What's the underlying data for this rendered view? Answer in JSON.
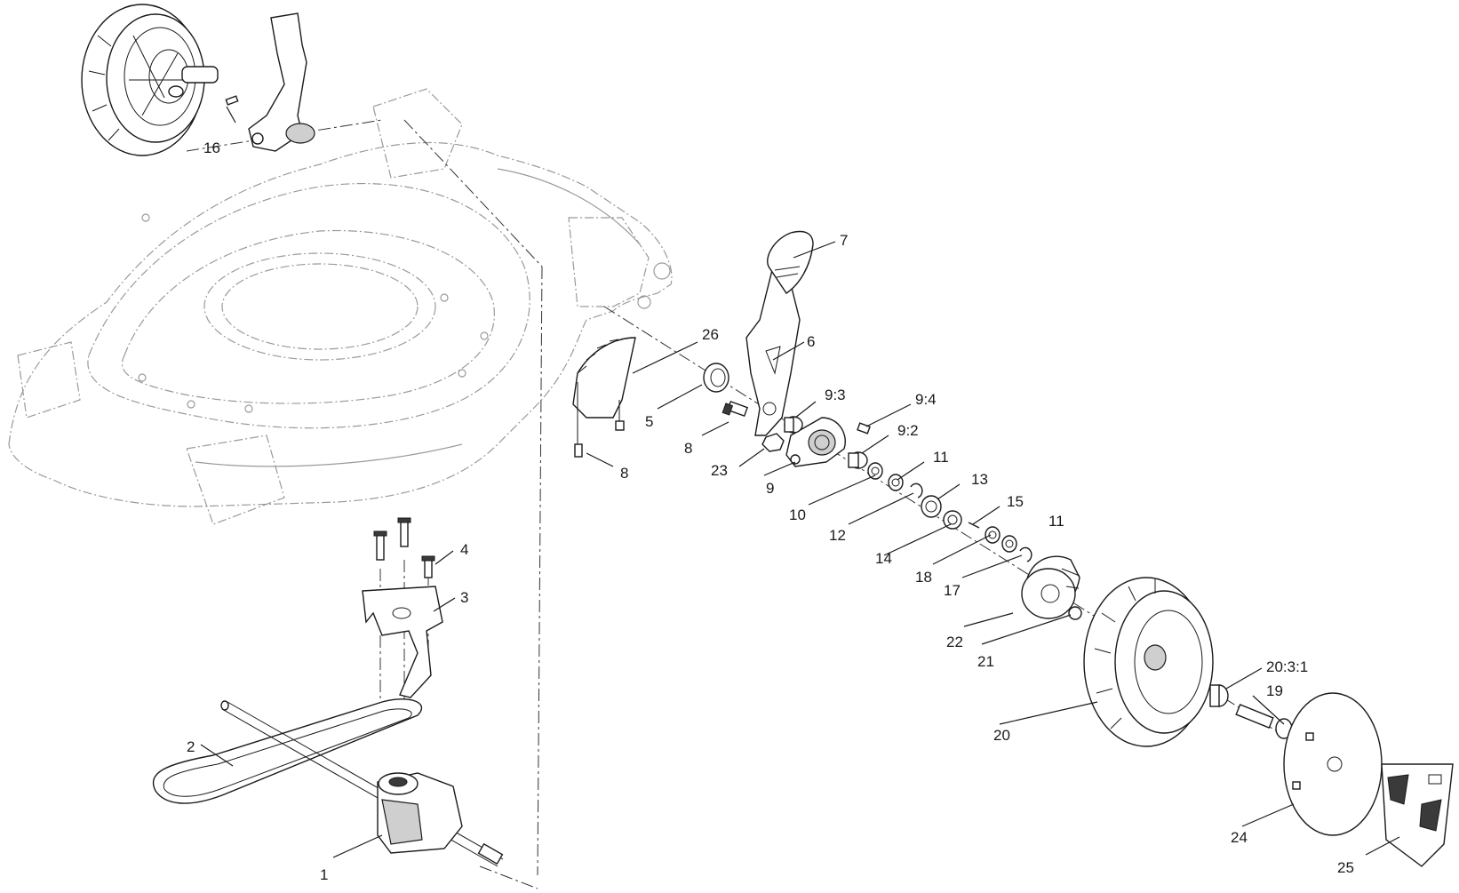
{
  "callouts": [
    {
      "id": "1",
      "text": "1"
    },
    {
      "id": "2",
      "text": "2"
    },
    {
      "id": "3",
      "text": "3"
    },
    {
      "id": "4",
      "text": "4"
    },
    {
      "id": "5",
      "text": "5"
    },
    {
      "id": "6",
      "text": "6"
    },
    {
      "id": "7",
      "text": "7"
    },
    {
      "id": "8a",
      "text": "8"
    },
    {
      "id": "8b",
      "text": "8"
    },
    {
      "id": "9",
      "text": "9"
    },
    {
      "id": "9_2",
      "text": "9:2"
    },
    {
      "id": "9_3",
      "text": "9:3"
    },
    {
      "id": "9_4",
      "text": "9:4"
    },
    {
      "id": "10",
      "text": "10"
    },
    {
      "id": "11a",
      "text": "11"
    },
    {
      "id": "11b",
      "text": "11"
    },
    {
      "id": "12",
      "text": "12"
    },
    {
      "id": "13",
      "text": "13"
    },
    {
      "id": "14",
      "text": "14"
    },
    {
      "id": "15",
      "text": "15"
    },
    {
      "id": "16",
      "text": "16"
    },
    {
      "id": "17",
      "text": "17"
    },
    {
      "id": "18",
      "text": "18"
    },
    {
      "id": "19",
      "text": "19"
    },
    {
      "id": "20",
      "text": "20"
    },
    {
      "id": "20_3_1",
      "text": "20:3:1"
    },
    {
      "id": "21",
      "text": "21"
    },
    {
      "id": "22",
      "text": "22"
    },
    {
      "id": "23",
      "text": "23"
    },
    {
      "id": "24",
      "text": "24"
    },
    {
      "id": "25",
      "text": "25"
    },
    {
      "id": "26",
      "text": "26"
    }
  ]
}
